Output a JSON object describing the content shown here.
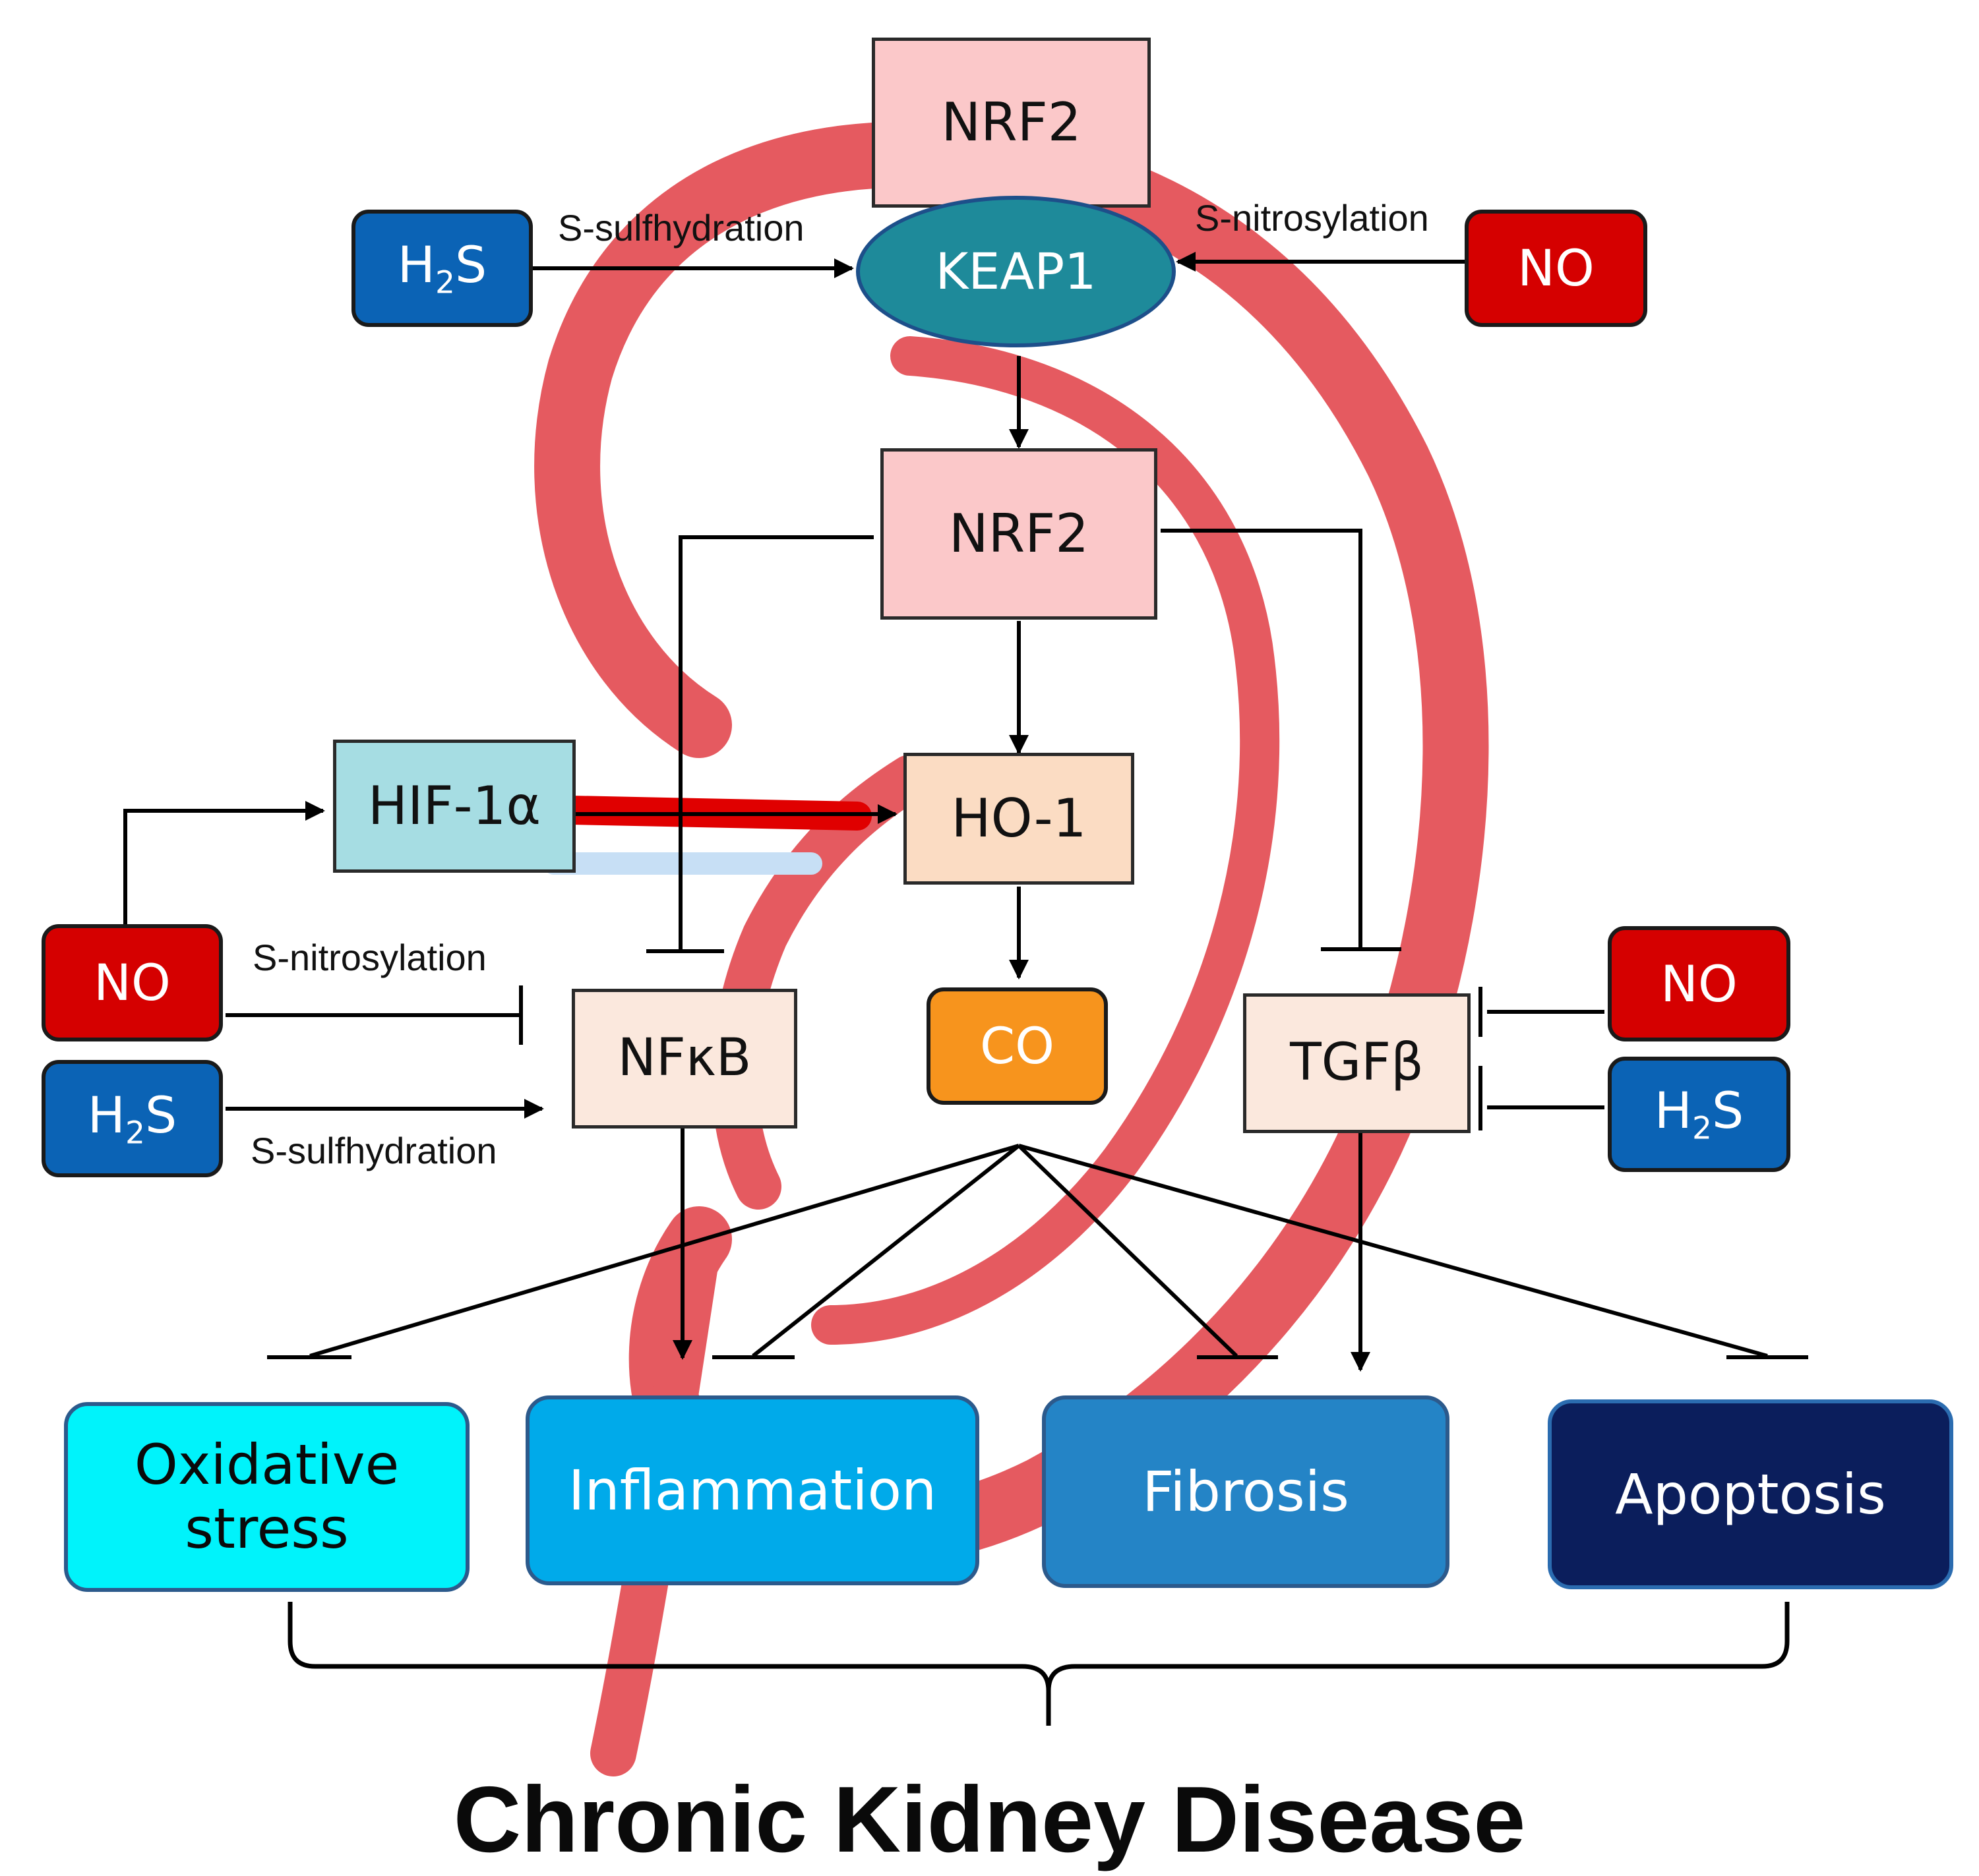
{
  "nodes": {
    "nrf2_top": "NRF2",
    "keap1": "KEAP1",
    "h2s_top": {
      "main": "H",
      "sub": "2",
      "tail": "S"
    },
    "no_top": "NO",
    "nrf2_mid": "NRF2",
    "hif1a": "HIF-1α",
    "ho1": "HO-1",
    "no_left": "NO",
    "h2s_left": {
      "main": "H",
      "sub": "2",
      "tail": "S"
    },
    "nfkb": "NFκB",
    "co": "CO",
    "tgfb": "TGFβ",
    "no_right": "NO",
    "h2s_right": {
      "main": "H",
      "sub": "2",
      "tail": "S"
    }
  },
  "edge_labels": {
    "top_left": "S-sulfhydration",
    "top_right": "S-nitrosylation",
    "mid_left_top": "S-nitrosylation",
    "mid_left_bottom": "S-sulfhydration"
  },
  "outcomes": {
    "oxidative_line1": "Oxidative",
    "oxidative_line2": "stress",
    "inflammation": "Inflammation",
    "fibrosis": "Fibrosis",
    "apoptosis": "Apoptosis"
  },
  "title": "Chronic Kidney Disease",
  "colors": {
    "nrf2_fill": "#fbc8c9",
    "keap1_fill": "#1e8a9a",
    "keap1_border": "#1d4f8a",
    "no_fill": "#d50000",
    "h2s_fill": "#0b63b5",
    "hif_fill": "#a6dde3",
    "ho1_fill": "#fbdcc3",
    "factor_fill": "#fbe8dd",
    "co_fill": "#f7941d",
    "oxidative_fill": "#00f3fb",
    "inflammation_fill": "#00aaea",
    "fibrosis_fill": "#2484c6",
    "apoptosis_fill": "#0b1e5c",
    "kidney": "#e55a60"
  }
}
